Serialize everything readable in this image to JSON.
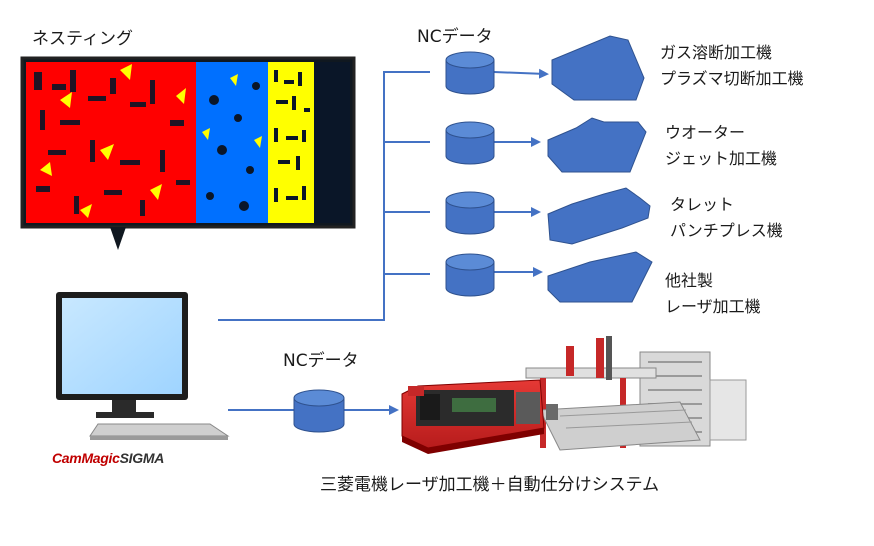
{
  "nesting": {
    "title": "ネスティング"
  },
  "nc_top": {
    "label": "NCデータ"
  },
  "nc_bottom": {
    "label": "NCデータ"
  },
  "machines": [
    {
      "line1": "ガス溶断加工機",
      "line2": "プラズマ切断加工機"
    },
    {
      "line1": "ウオーター",
      "line2": "ジェット加工機"
    },
    {
      "line1": "タレット",
      "line2": "パンチプレス機"
    },
    {
      "line1": "他社製",
      "line2": "レーザ加工機"
    }
  ],
  "laser_system": {
    "label": "三菱電機レーザ加工機＋自動仕分けシステム"
  },
  "software": {
    "logo_part1": "CamMagic",
    "logo_part2": "SIGMA"
  },
  "colors": {
    "flow_line": "#4472c4",
    "machine_fill": "#4472c4",
    "nest_red": "#ff0000",
    "nest_blue": "#0070ff",
    "nest_yellow": "#ffff00",
    "nest_bg": "#0a1628"
  }
}
